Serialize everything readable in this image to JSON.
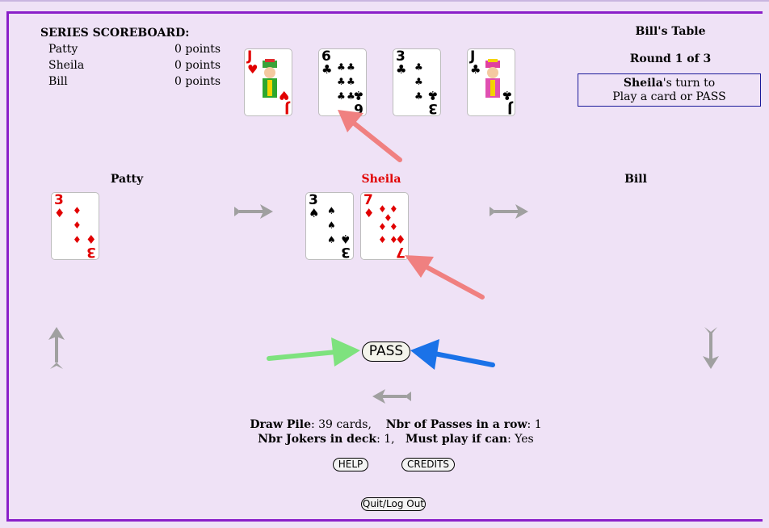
{
  "scoreboard": {
    "title": "SERIES SCOREBOARD:",
    "rows": [
      {
        "name": "Patty",
        "points": "0 points"
      },
      {
        "name": "Sheila",
        "points": "0 points"
      },
      {
        "name": "Bill",
        "points": "0 points"
      }
    ]
  },
  "table": {
    "title": "Bill's Table",
    "round": "Round 1 of 3",
    "turn_player": "Sheila",
    "turn_suffix": "'s turn to",
    "turn_action": "Play a card or PASS"
  },
  "played_cards": [
    {
      "rank": "J",
      "suit": "♥",
      "color": "red"
    },
    {
      "rank": "6",
      "suit": "♣",
      "color": "black"
    },
    {
      "rank": "3",
      "suit": "♣",
      "color": "black"
    },
    {
      "rank": "J",
      "suit": "♣",
      "color": "black"
    }
  ],
  "players": [
    {
      "name": "Patty",
      "color": "#000000",
      "cards": [
        {
          "rank": "3",
          "suit": "♦",
          "color": "red"
        }
      ]
    },
    {
      "name": "Sheila",
      "color": "#e10000",
      "cards": [
        {
          "rank": "3",
          "suit": "♠",
          "color": "black"
        },
        {
          "rank": "7",
          "suit": "♦",
          "color": "red"
        }
      ]
    },
    {
      "name": "Bill",
      "color": "#000000",
      "cards": []
    }
  ],
  "controls": {
    "pass_label": "PASS",
    "help_label": "HELP",
    "credits_label": "CREDITS",
    "quit_label": "Quit/Log Out"
  },
  "status": {
    "draw_pile_label": "Draw Pile",
    "draw_pile_value": ": 39 cards,",
    "passes_label": "Nbr of Passes in a row",
    "passes_value": ": 1",
    "jokers_label": "Nbr Jokers in deck",
    "jokers_value": ": 1,",
    "must_play_label": "Must play if can",
    "must_play_value": ": Yes"
  },
  "colors": {
    "background": "#efe2f6",
    "frame": "#8a1fc9",
    "annotation_red": "#f08080",
    "annotation_green": "#7ee27e",
    "annotation_blue": "#1a72e8",
    "direction_arrow": "#a0a0a0"
  }
}
